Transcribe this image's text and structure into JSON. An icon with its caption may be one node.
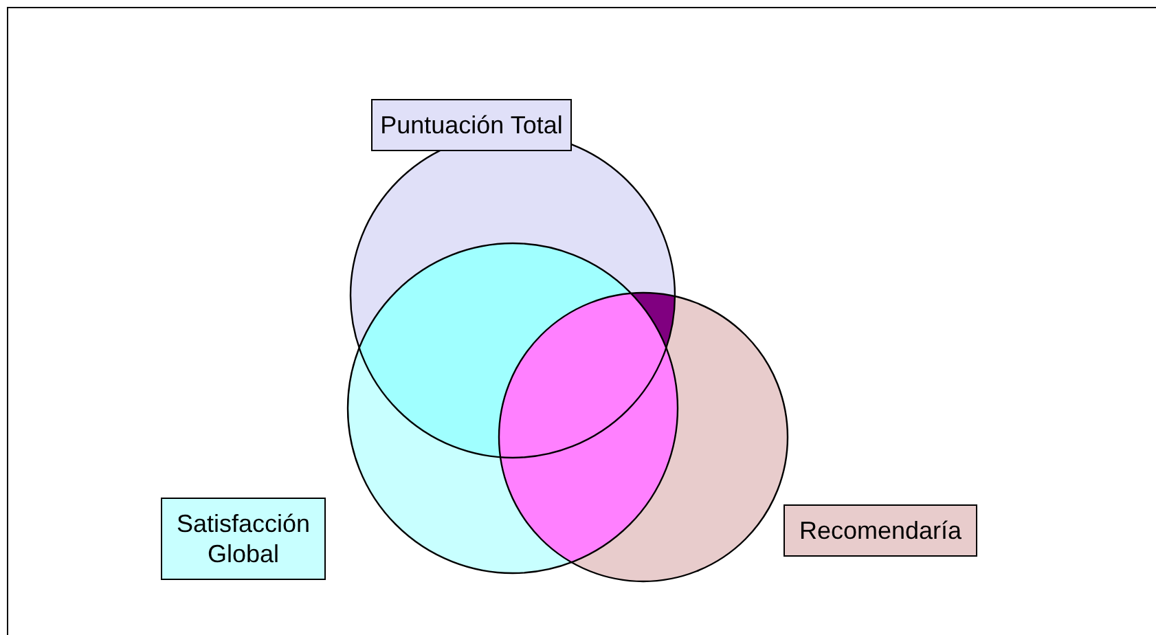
{
  "diagram": {
    "nodes": [
      {
        "text": [
          "Puntuación Total"
        ]
      },
      {
        "text": [
          "Satisfacción Global"
        ]
      },
      {
        "text": [
          "Recomendaría"
        ]
      }
    ],
    "edges": []
  }
}
